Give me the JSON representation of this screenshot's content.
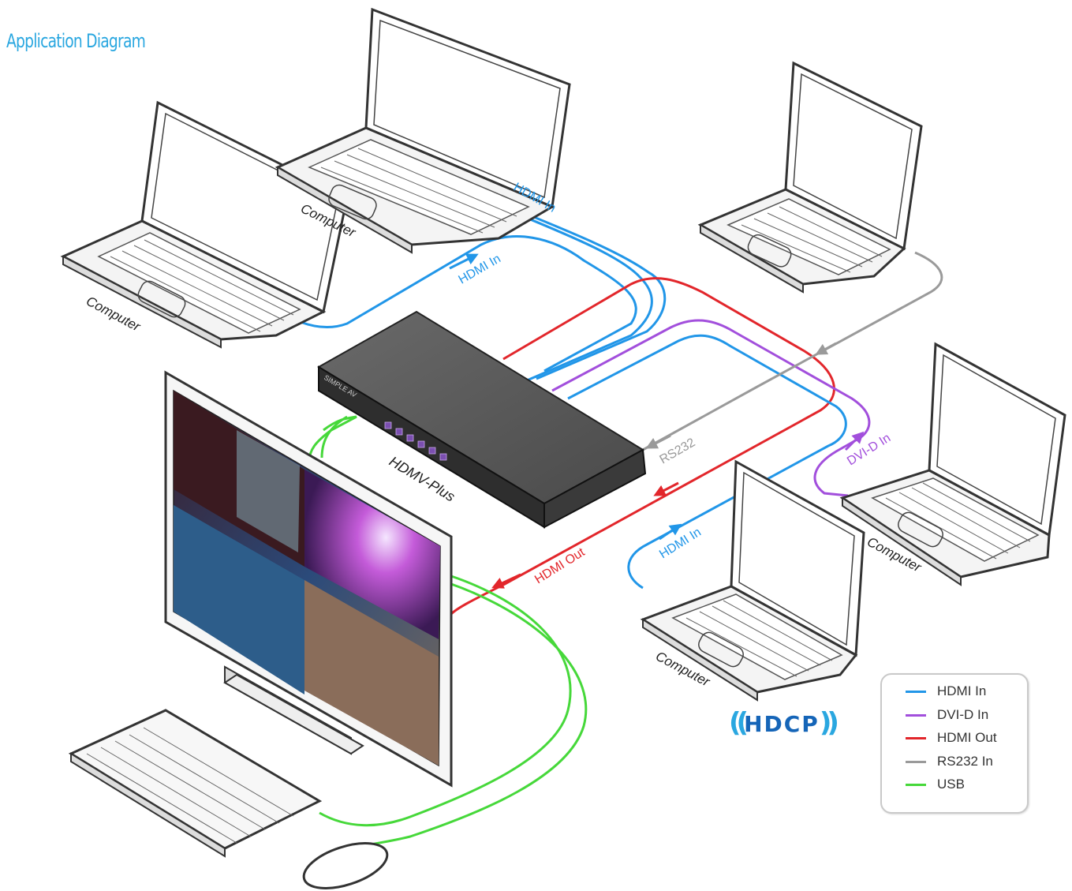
{
  "title": "Application Diagram",
  "device_label": "HDMV-Plus",
  "computer_label": "Computer",
  "connection_labels": {
    "hdmi_in": "HDMI In",
    "dvid_in": "DVI-D In",
    "hdmi_out": "HDMI Out",
    "rs232": "RS232"
  },
  "hdcp_logo": "HDCP",
  "legend": [
    {
      "label": "HDMI In",
      "color": "#2196e8"
    },
    {
      "label": "DVI-D In",
      "color": "#a24fdc"
    },
    {
      "label": "HDMI Out",
      "color": "#e2262b"
    },
    {
      "label": "RS232 In",
      "color": "#9a9a9a"
    },
    {
      "label": "USB",
      "color": "#46d83a"
    }
  ],
  "colors": {
    "hdmi_in": "#2196e8",
    "dvid_in": "#a24fdc",
    "hdmi_out": "#e2262b",
    "rs232": "#9a9a9a",
    "usb": "#46d83a"
  }
}
